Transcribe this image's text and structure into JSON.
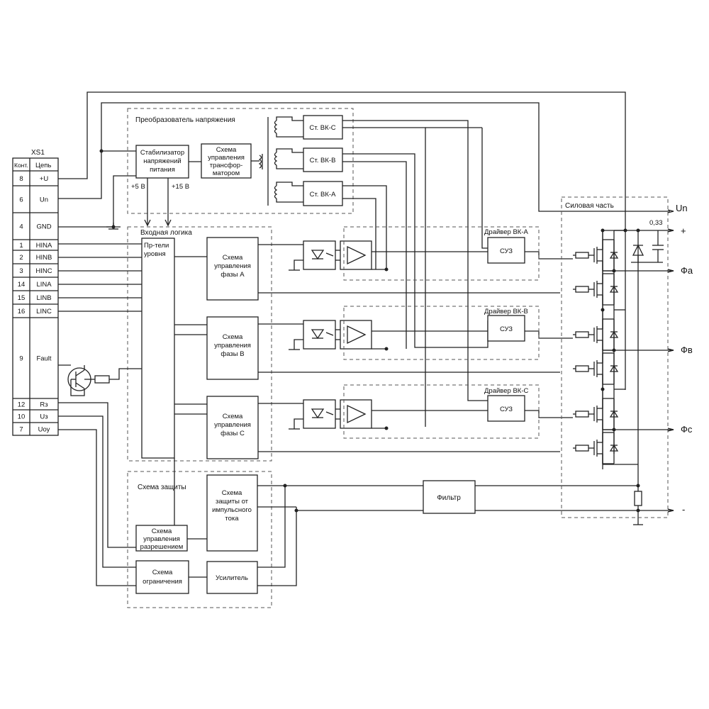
{
  "connector": {
    "title": "XS1",
    "header_pin": "Конт.",
    "header_net": "Цепь",
    "pins": [
      {
        "num": "8",
        "net": "+U"
      },
      {
        "num": "6",
        "net": "Un"
      },
      {
        "num": "4",
        "net": "GND"
      },
      {
        "num": "1",
        "net": "HINA"
      },
      {
        "num": "2",
        "net": "HINB"
      },
      {
        "num": "3",
        "net": "HINC"
      },
      {
        "num": "14",
        "net": "LINA"
      },
      {
        "num": "15",
        "net": "LINB"
      },
      {
        "num": "16",
        "net": "LINC"
      },
      {
        "num": "9",
        "net": "Fault"
      },
      {
        "num": "12",
        "net": "Rз"
      },
      {
        "num": "10",
        "net": "Uз"
      },
      {
        "num": "7",
        "net": "Uоу"
      }
    ]
  },
  "converter": {
    "title": "Преобразователь напряжения",
    "stabilizer": [
      "Стабилизатор",
      "напряжений",
      "питания"
    ],
    "v5": "+5 В",
    "v15": "+15 В",
    "transformer_ctrl": [
      "Схема",
      "управления",
      "трансфор-",
      "матором"
    ],
    "st_c": "Ст. ВК-С",
    "st_b": "Ст. ВК-В",
    "st_a": "Ст. ВК-А"
  },
  "logic": {
    "title": "Входная логика",
    "level_shifter": [
      "Пр-тели",
      "уровня"
    ],
    "phase_a": [
      "Схема",
      "управления",
      "фазы А"
    ],
    "phase_b": [
      "Схема",
      "управления",
      "фазы В"
    ],
    "phase_c": [
      "Схема",
      "управления",
      "фазы С"
    ]
  },
  "drivers": {
    "a": "Драйвер ВК-А",
    "b": "Драйвер ВК-В",
    "c": "Драйвер ВК-С",
    "suz": "СУЗ"
  },
  "protection": {
    "title": "Схема защиты",
    "enable_ctrl": [
      "Схема",
      "управления",
      "разрешением"
    ],
    "limit": [
      "Схема",
      "ограничения"
    ],
    "pulse_prot": [
      "Схема",
      "защиты от",
      "импульсного",
      "тока"
    ],
    "amp": "Усилитель"
  },
  "filter": "Фильтр",
  "power": {
    "title": "Силовая часть",
    "cap_label": "0,33",
    "out_un": "Un",
    "out_plus": "+",
    "out_fa": "Фа",
    "out_fb": "Фв",
    "out_fc": "Фс",
    "out_minus": "-"
  }
}
